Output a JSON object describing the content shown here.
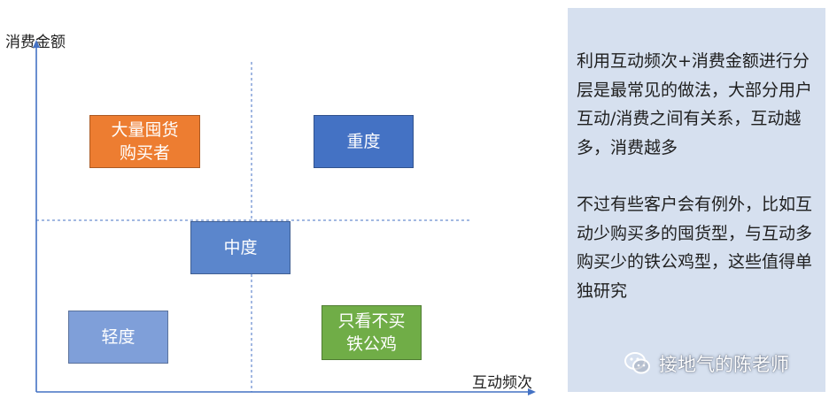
{
  "axes": {
    "y_label": "消费金额",
    "x_label": "互动频次"
  },
  "quadrant_boxes": [
    {
      "label": "大量囤货\n购买者",
      "color": "#ed7d31"
    },
    {
      "label": "重度",
      "color": "#4472c4"
    },
    {
      "label": "中度",
      "color": "#5b86cc"
    },
    {
      "label": "轻度",
      "color": "#7f9fd9"
    },
    {
      "label": "只看不买\n铁公鸡",
      "color": "#70ad47"
    }
  ],
  "panel": {
    "paragraph_1": "利用互动频次+消费金额进行分层是最常见的做法，大部分用户互动/消费之间有关系，互动越多，消费越多",
    "paragraph_2": "不过有些客户会有例外，比如互动少购买多的囤货型，与互动多购买少的铁公鸡型，这些值得单独研究",
    "background": "#d6e0ef"
  },
  "watermark": {
    "text": "接地气的陈老师",
    "icon": "wechat-icon"
  },
  "colors": {
    "axis": "#4472c4",
    "divider": "#4472c4"
  }
}
